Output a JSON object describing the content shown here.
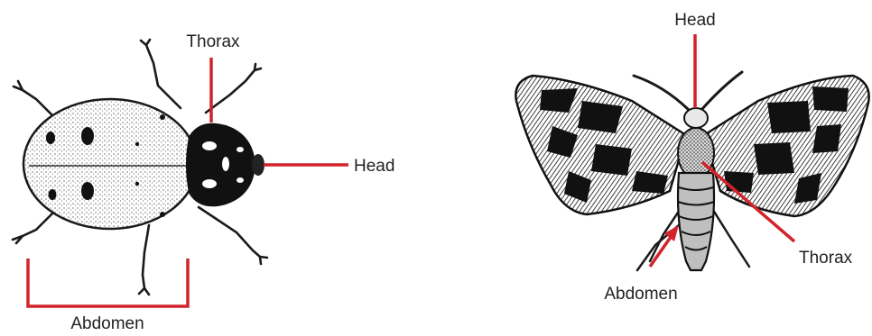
{
  "colors": {
    "pointer": "#d2232a",
    "ink": "#1a1a1a",
    "shell": "#f2f2f2",
    "text": "#231f20"
  },
  "beetle": {
    "labels": {
      "thorax": "Thorax",
      "head": "Head",
      "abdomen": "Abdomen"
    }
  },
  "moth": {
    "labels": {
      "head": "Head",
      "thorax": "Thorax",
      "abdomen": "Abdomen"
    }
  }
}
